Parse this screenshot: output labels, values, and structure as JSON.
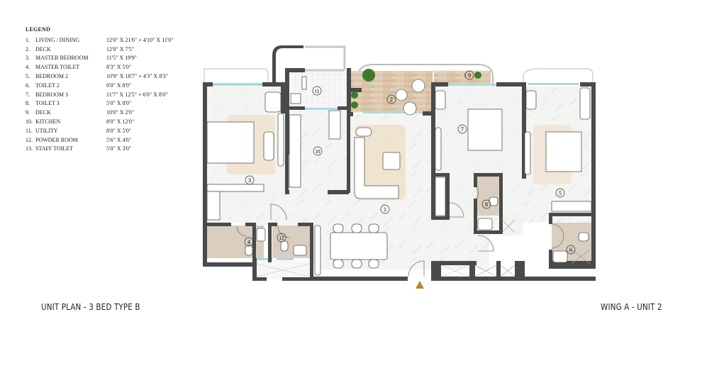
{
  "legend": {
    "title": "LEGEND",
    "items": [
      {
        "num": "1.",
        "name": "LIVING / DINING",
        "size": "12'0\" X 21'6\" + 4'10\" X 11'0\""
      },
      {
        "num": "2.",
        "name": "DECK",
        "size": "12'0\" X 7'5\""
      },
      {
        "num": "3.",
        "name": "MASTER BEDROOM",
        "size": "11'5\" X 19'9\""
      },
      {
        "num": "4.",
        "name": "MASTER TOILET",
        "size": "8'3\" X 5'0\""
      },
      {
        "num": "5.",
        "name": "BEDROOM 2",
        "size": "10'9\" X 18'7\" + 4'3\" X 8'3\""
      },
      {
        "num": "6.",
        "name": "TOILET 2",
        "size": "6'0\" X 8'0\""
      },
      {
        "num": "7.",
        "name": "BEDROOM 3",
        "size": "11'7\" X 12'5\" + 6'0\" X 8'0\""
      },
      {
        "num": "8.",
        "name": "TOILET 3",
        "size": "5'0\" X 8'0\""
      },
      {
        "num": "9.",
        "name": "DECK",
        "size": "10'0\" X 2'0\""
      },
      {
        "num": "10.",
        "name": "KITCHEN",
        "size": "8'0\" X 12'0\""
      },
      {
        "num": "11.",
        "name": "UTILITY",
        "size": "8'0\" X 5'0\""
      },
      {
        "num": "12.",
        "name": "POWDER ROOM",
        "size": "5'6\" X 4'6\""
      },
      {
        "num": "13.",
        "name": "STAFF TOILET",
        "size": "5'0\" X 3'0\""
      }
    ]
  },
  "plan": {
    "room_markers": {
      "r1": "1",
      "r2": "2",
      "r3": "3",
      "r4": "4",
      "r5": "5",
      "r6": "6",
      "r7": "7",
      "r8": "8",
      "r9": "9",
      "r10": "10",
      "r11": "11",
      "r12": "12"
    },
    "entry_marker": "entry-arrow",
    "colors": {
      "wall": "#4a4a4a",
      "floor_marble": "#f3f3f2",
      "deck_wood": "#d9c4aa",
      "toilet_floor": "#d8cdbf",
      "rug": "#efe3cf",
      "glass": "#a9dbe0",
      "entry_arrow": "#b8862e",
      "plant": "#3f7a2a"
    }
  },
  "captions": {
    "left": "UNIT PLAN - 3 BED TYPE B",
    "right": "WING A - UNIT 2"
  }
}
